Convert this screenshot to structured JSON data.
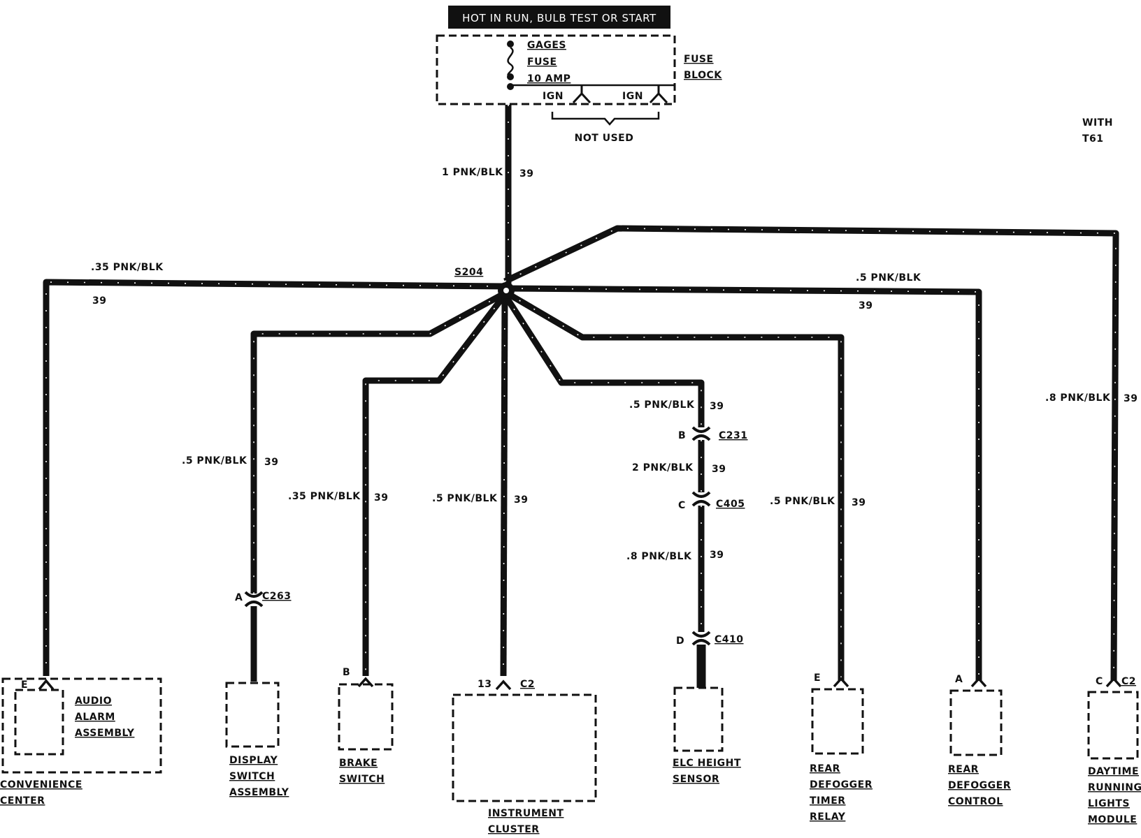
{
  "header": {
    "banner": "HOT IN RUN, BULB TEST OR START"
  },
  "fuse_block": {
    "fuse_lines": [
      "GAGES",
      "FUSE",
      "10 AMP"
    ],
    "ign_left": "IGN",
    "ign_right": "IGN",
    "title_lines": [
      "FUSE",
      "BLOCK"
    ],
    "not_used": "NOT USED"
  },
  "option_note": [
    "WITH",
    "T61"
  ],
  "splice": "S204",
  "wires": {
    "main_gauge": "1 PNK/BLK",
    "main_circuit": "39",
    "left_gauge": ".35 PNK/BLK",
    "left_circuit": "39",
    "right_gauge": ".5 PNK/BLK",
    "right_circuit": "39",
    "display_gauge": ".5 PNK/BLK",
    "display_circuit": "39",
    "brake_gauge": ".35 PNK/BLK",
    "brake_circuit": "39",
    "cluster_gauge": ".5 PNK/BLK",
    "cluster_circuit": "39",
    "elc_gauge_1": ".5 PNK/BLK",
    "elc_circuit_1": "39",
    "elc_gauge_2": "2 PNK/BLK",
    "elc_circuit_2": "39",
    "elc_gauge_3": ".8 PNK/BLK",
    "elc_circuit_3": "39",
    "timer_gauge": ".5 PNK/BLK",
    "timer_circuit": "39",
    "drl_gauge": ".8 PNK/BLK",
    "drl_circuit": "39"
  },
  "connectors": {
    "c263_pin": "A",
    "c263": "C263",
    "c231_pin": "B",
    "c231": "C231",
    "c405_pin": "C",
    "c405": "C405",
    "c410_pin": "D",
    "c410": "C410"
  },
  "components": {
    "convenience": {
      "pin": "E",
      "inner": [
        "AUDIO",
        "ALARM",
        "ASSEMBLY"
      ],
      "label": [
        "CONVENIENCE",
        "CENTER"
      ]
    },
    "display": {
      "label": [
        "DISPLAY",
        "SWITCH",
        "ASSEMBLY"
      ]
    },
    "brake": {
      "pin": "B",
      "label": [
        "BRAKE",
        "SWITCH"
      ]
    },
    "cluster": {
      "pin": "13",
      "conn": "C2",
      "label": [
        "INSTRUMENT",
        "CLUSTER"
      ]
    },
    "elc": {
      "label": [
        "ELC HEIGHT",
        "SENSOR"
      ]
    },
    "timer": {
      "pin": "E",
      "label": [
        "REAR",
        "DEFOGGER",
        "TIMER",
        "RELAY"
      ]
    },
    "defog_control": {
      "pin": "A",
      "label": [
        "REAR",
        "DEFOGGER",
        "CONTROL"
      ]
    },
    "drl": {
      "pin": "C",
      "conn": "C2",
      "label": [
        "DAYTIME",
        "RUNNING",
        "LIGHTS",
        "MODULE"
      ]
    }
  }
}
